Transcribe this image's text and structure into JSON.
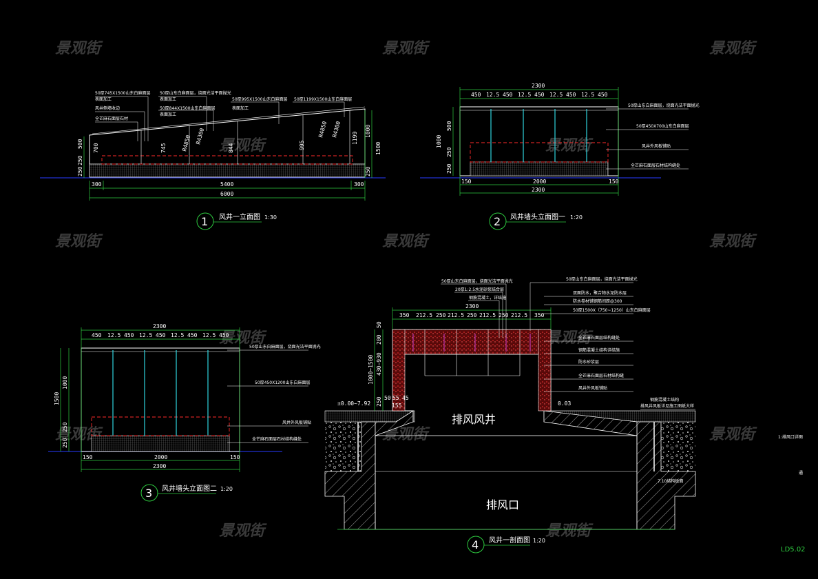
{
  "colors": {
    "background": "#000000",
    "line_white": "#ffffff",
    "line_green": "#2ecc40",
    "line_cyan": "#2fd6e0",
    "line_red": "#ff2a2a",
    "line_blue": "#2030d0",
    "line_magenta": "#d040d0",
    "watermark": "#3a3a3a",
    "code_green": "#2ecc40"
  },
  "watermark": "景观街",
  "sheet_code": "LD5.02",
  "right_edge_note": "1:排风口详图",
  "right_edge_mark": "通",
  "views": {
    "elev1": {
      "number": "1",
      "title": "风井一立面图",
      "scale": "1:30",
      "notes": [
        "50厚745X1500山东白麻面层",
        "表面加工",
        "风井侧墙收边",
        "全芒麻石面层石材",
        "50厚山东白麻面层，烧面光洁平面抛光",
        "表面加工",
        "50厚844X1500山东白麻面层",
        "表面加工",
        "50厚995X1500山东白麻面层",
        "表面加工",
        "50厚1199X1500山东白麻面层"
      ],
      "dims_h": [
        "300",
        "5400",
        "300",
        "6000"
      ],
      "dims_v": [
        "250",
        "250",
        "500",
        "1000",
        "1500",
        "250"
      ],
      "in_dims": [
        "700",
        "745",
        "844",
        "995",
        "1199"
      ],
      "radii": [
        "R4850",
        "R4300",
        "R4850",
        "R4300"
      ]
    },
    "elev2": {
      "number": "2",
      "title": "风井墙头立面图一",
      "scale": "1:20",
      "top_total": "2300",
      "top_dims": [
        "450",
        "12.5",
        "450",
        "12.5",
        "450",
        "12.5",
        "450",
        "12.5",
        "450"
      ],
      "bottom_dims": [
        "150",
        "2000",
        "150"
      ],
      "bottom_total": "2300",
      "side_dims": [
        "500",
        "1000",
        "250",
        "250"
      ],
      "notes": [
        "50厚山东白麻面层，烧面光洁平面抛光",
        "50厚450X700山东白麻面层",
        "风井外风板铺贴",
        "全芒麻石面层石材结构缝处"
      ]
    },
    "elev3": {
      "number": "3",
      "title": "风井墙头立面图二",
      "scale": "1:20",
      "top_total": "2300",
      "top_dims": [
        "450",
        "12.5",
        "450",
        "12.5",
        "450",
        "12.5",
        "450",
        "12.5",
        "450"
      ],
      "bottom_dims": [
        "150",
        "2000",
        "150"
      ],
      "bottom_total": "2300",
      "side_dims": [
        "1500",
        "1000",
        "250",
        "250"
      ],
      "notes": [
        "50厚山东白麻面层，烧面光洁平面抛光",
        "50厚450X1200山东白麻面层",
        "风井外风板铺贴",
        "全芒麻石面层石材结构缝处"
      ]
    },
    "section4": {
      "number": "4",
      "title": "风井一剖面图",
      "scale": "1:20",
      "label_upper": "排风风井",
      "label_lower": "排风口",
      "top_total": "2300",
      "top_dims": [
        "350",
        "212.5",
        "250",
        "212.5",
        "250",
        "212.5",
        "250",
        "212.5",
        "350"
      ],
      "left_dims": [
        "50",
        "200",
        "430~930",
        "1000~1500",
        "250"
      ],
      "small_dims": [
        "50",
        "55",
        "45",
        "155"
      ],
      "levels": [
        "±0.00~7.92",
        "0.03",
        "7.10结构板面"
      ],
      "notes_top": [
        "50厚山东白麻面层，烧面光洁平面抛光",
        "20厚1:2.5水泥砂浆结合层",
        "钢筋混凝土，详结施"
      ],
      "notes_right": [
        "50厚山东白麻面层，烧面光洁平面抛光",
        "双面防水，聚合物水泥防水层",
        "防水卷材铺钢筋间距@300",
        "50厚1500X（750~1250）山东白麻面层",
        "全芒麻石面层结构缝处",
        "钢筋混凝土结构详结施",
        "防水砂浆层",
        "全芒麻石面层石材结构缝",
        "风井外风板铺贴"
      ],
      "notes_far_right": [
        "钢筋混凝土结构",
        "排风井风板详见施工图纸大样"
      ]
    }
  }
}
